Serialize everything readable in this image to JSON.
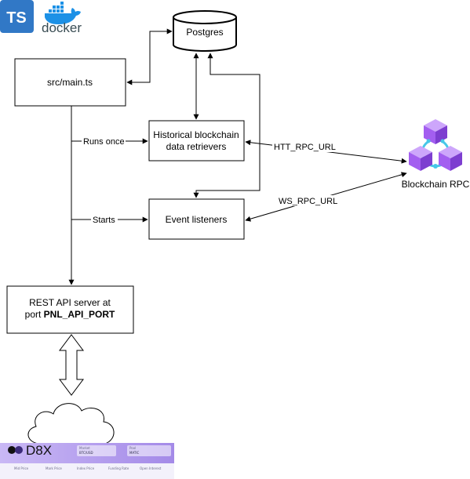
{
  "logos": {
    "typescript": "TS",
    "docker": "docker"
  },
  "nodes": {
    "postgres": "Postgres",
    "main": "src/main.ts",
    "historical": [
      "Historical blockchain",
      "data retrievers"
    ],
    "events": "Event listeners",
    "rest_api": [
      "REST API server at",
      "port "
    ],
    "rest_api_port": "PNL_API_PORT",
    "blockchain_rpc": "Blockchain RPC"
  },
  "edges": {
    "runs_once": "Runs once",
    "starts": "Starts",
    "http_rpc": "HTT_RPC_URL",
    "ws_rpc": "WS_RPC_URL"
  },
  "d8x_preview": {
    "logo": "D8X",
    "fields": [
      {
        "label": "Market",
        "value": "BTC/USD"
      },
      {
        "label": "Pool",
        "value": "MATIC"
      }
    ],
    "stats": [
      "Mid Price",
      "Mark Price",
      "Index Price",
      "Funding Rate",
      "Open Interest"
    ]
  },
  "colors": {
    "typescript_blue": "#3178c6",
    "docker_blue": "#1d91e6",
    "rpc_purple": "#a35ef0",
    "rpc_ring": "#46c7e8",
    "d8x_banner": "#b9a3ef"
  }
}
